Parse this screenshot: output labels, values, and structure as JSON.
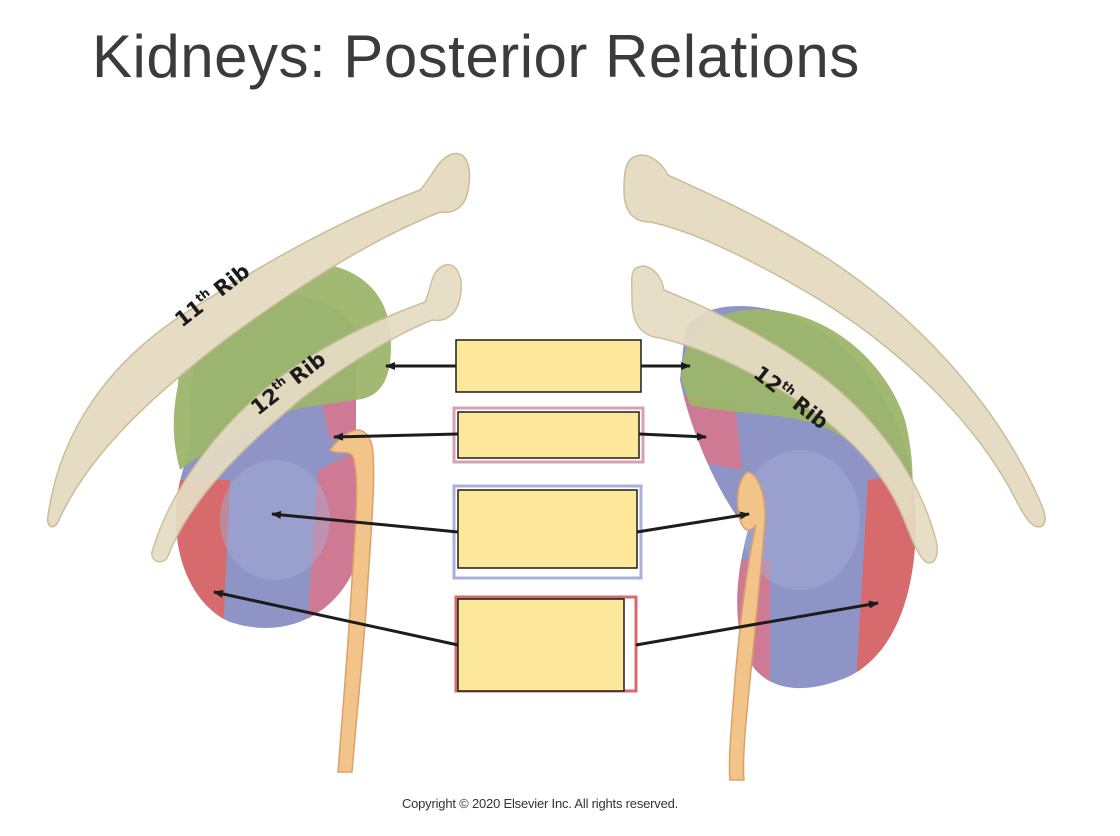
{
  "title": "Kidneys: Posterior Relations",
  "copyright": "Copyright © 2020 Elsevier Inc. All rights reserved.",
  "rib_labels": {
    "left_11_num": "11",
    "left_11_sup": "th",
    "left_11_word": "Rib",
    "left_12_num": "12",
    "left_12_sup": "th",
    "left_12_word": "Rib",
    "right_12_num": "12",
    "right_12_sup": "th",
    "right_12_word": "Rib"
  },
  "colors": {
    "diaphragm_green": "#9cb56a",
    "psoas_blue": "#8e95c6",
    "quadratus_pink": "#cf7a95",
    "transversus_red": "#d66a6c",
    "bone": "#e6dcc4",
    "ureter": "#f2c48a",
    "label_box": "#fde79a"
  }
}
